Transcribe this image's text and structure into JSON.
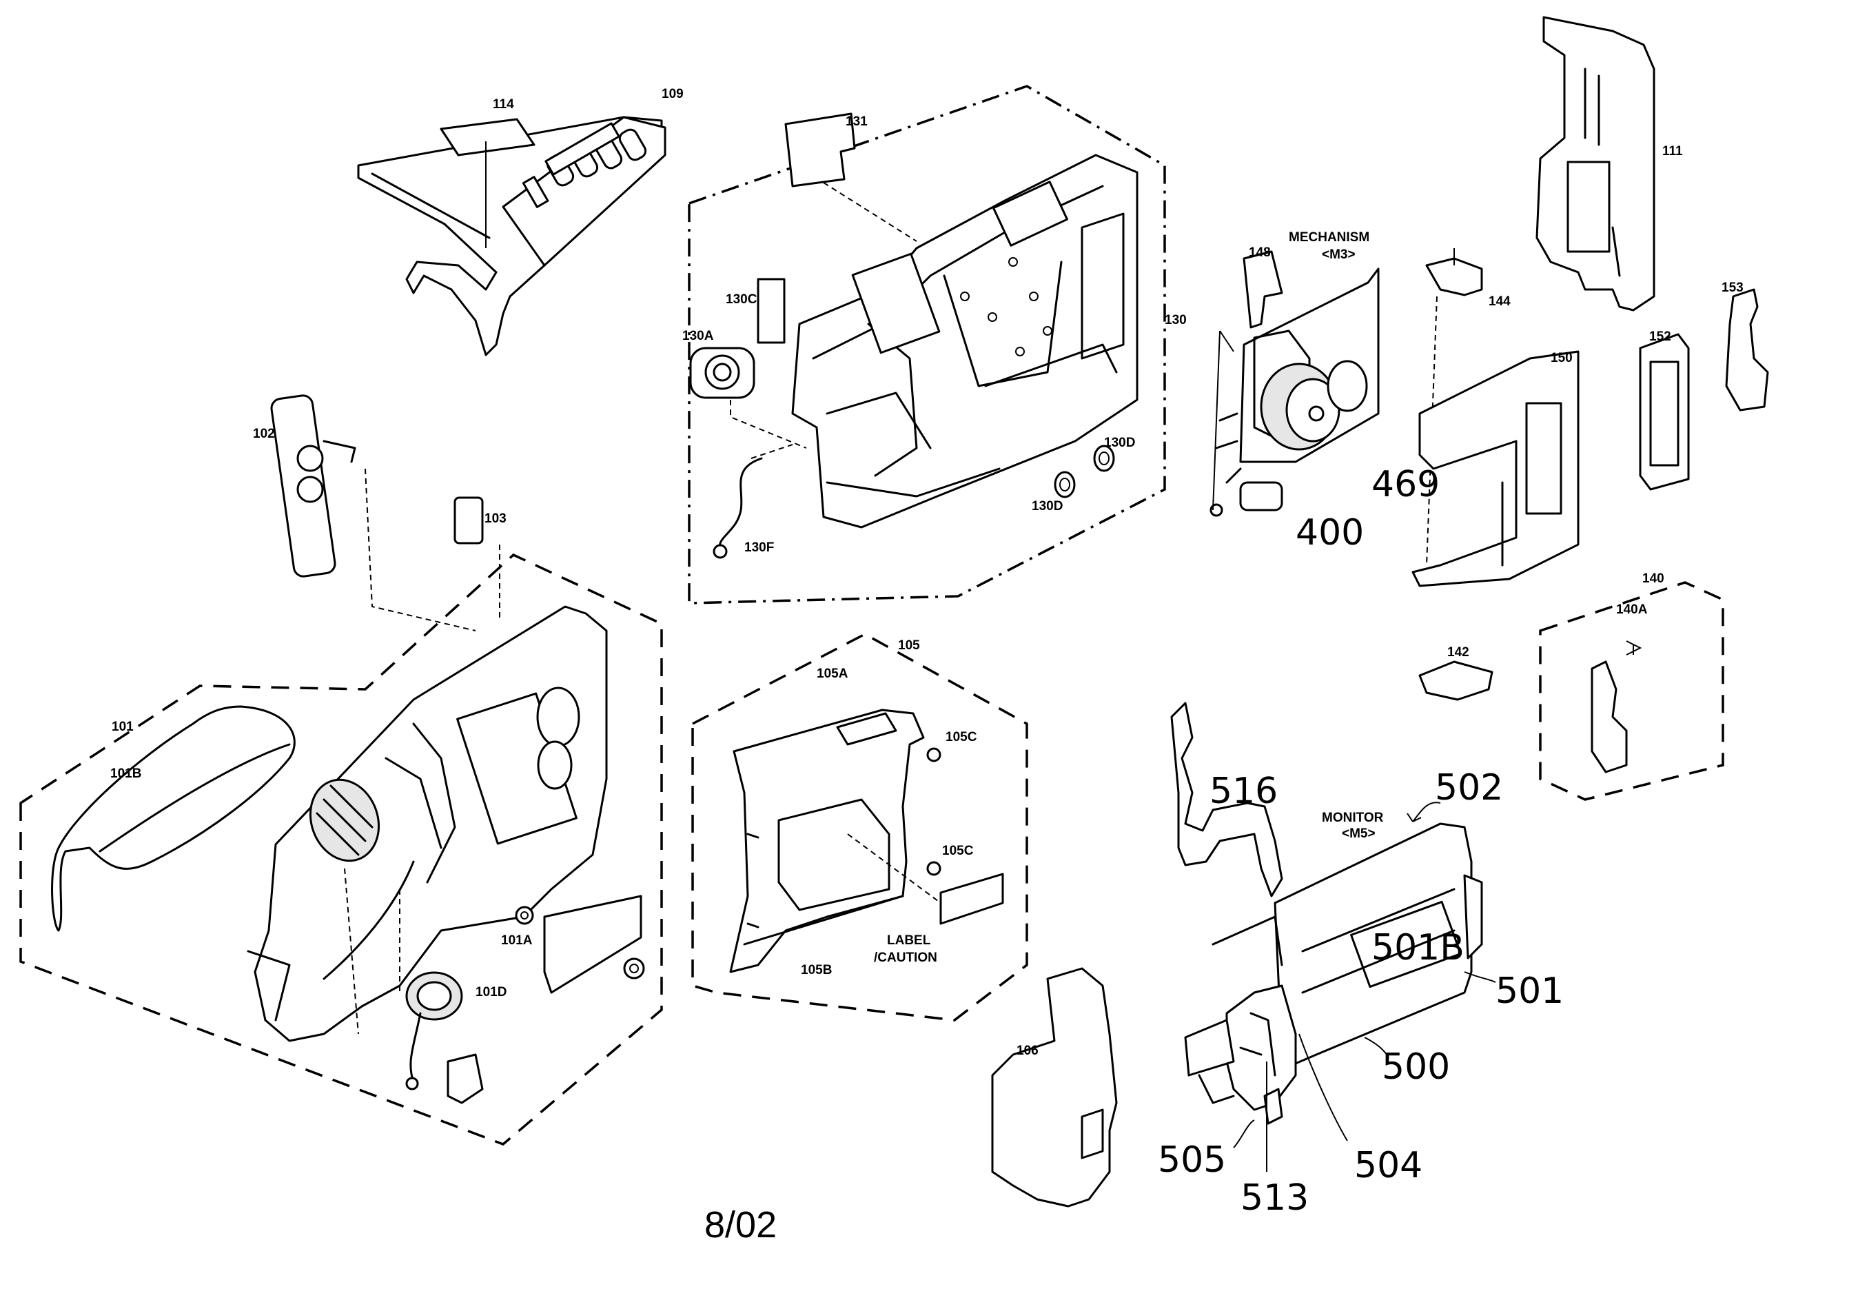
{
  "labels": {
    "l114": "114",
    "l109": "109",
    "l131": "131",
    "l130C": "130C",
    "l130A": "130A",
    "l130": "130",
    "l130D_a": "130D",
    "l130D_b": "130D",
    "l130F": "130F",
    "l148": "148",
    "mechanism": "MECHANISM",
    "m3": "<M3>",
    "l144": "144",
    "l111": "111",
    "l153": "153",
    "l152": "152",
    "l150": "150",
    "l102": "102",
    "l103": "103",
    "l101": "101",
    "l101B": "101B",
    "l101A": "101A",
    "l101D": "101D",
    "l105": "105",
    "l105A": "105A",
    "l105C_a": "105C",
    "l105C_b": "105C",
    "l105B": "105B",
    "label_caution_1": "LABEL",
    "label_caution_2": "/CAUTION",
    "l106": "106",
    "l142": "142",
    "l140": "140",
    "l140A": "140A",
    "monitor": "MONITOR",
    "m5": "<M5>"
  },
  "handwritten": {
    "h469": "469",
    "h400": "400",
    "h516": "516",
    "h502": "502",
    "h501B": "501B",
    "h501": "501",
    "h500": "500",
    "h505": "505",
    "h513": "513",
    "h504": "504"
  },
  "date_mark": "8/02"
}
